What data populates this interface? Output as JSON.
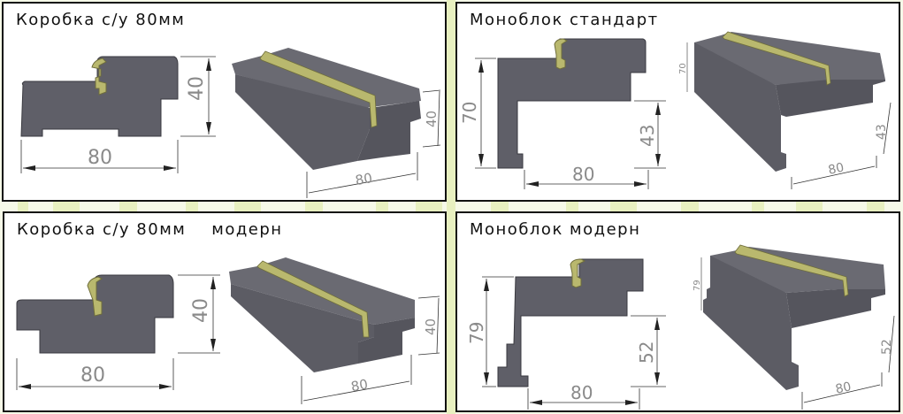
{
  "colors": {
    "profile_fill": "#5f5f68",
    "seal_fill": "#b9b86e",
    "seal_stroke": "#6f6e3c",
    "dimension_line": "#333333",
    "dimension_text": "#8a8a8a",
    "background_watermark": "#e6efb8"
  },
  "panels": [
    {
      "id": "box-80",
      "title": "Коробка с/у 80мм",
      "section_dims": {
        "width": "80",
        "height": "40"
      },
      "iso_dims": {
        "width": "80",
        "height": "40"
      }
    },
    {
      "id": "monoblock-standard",
      "title": "Моноблок стандарт",
      "section_dims": {
        "width": "80",
        "total_height": "70",
        "inner_height": "43"
      },
      "iso_dims": {
        "width": "80",
        "total_height": "70",
        "inner_height": "43"
      }
    },
    {
      "id": "box-80-modern",
      "title": "Коробка с/у 80мм    модерн",
      "section_dims": {
        "width": "80",
        "height": "40"
      },
      "iso_dims": {
        "width": "80",
        "height": "40"
      }
    },
    {
      "id": "monoblock-modern",
      "title": "Моноблок модерн",
      "section_dims": {
        "width": "80",
        "total_height": "79",
        "inner_height": "52"
      },
      "iso_dims": {
        "width": "80",
        "total_height": "79",
        "inner_height": "52"
      }
    }
  ]
}
